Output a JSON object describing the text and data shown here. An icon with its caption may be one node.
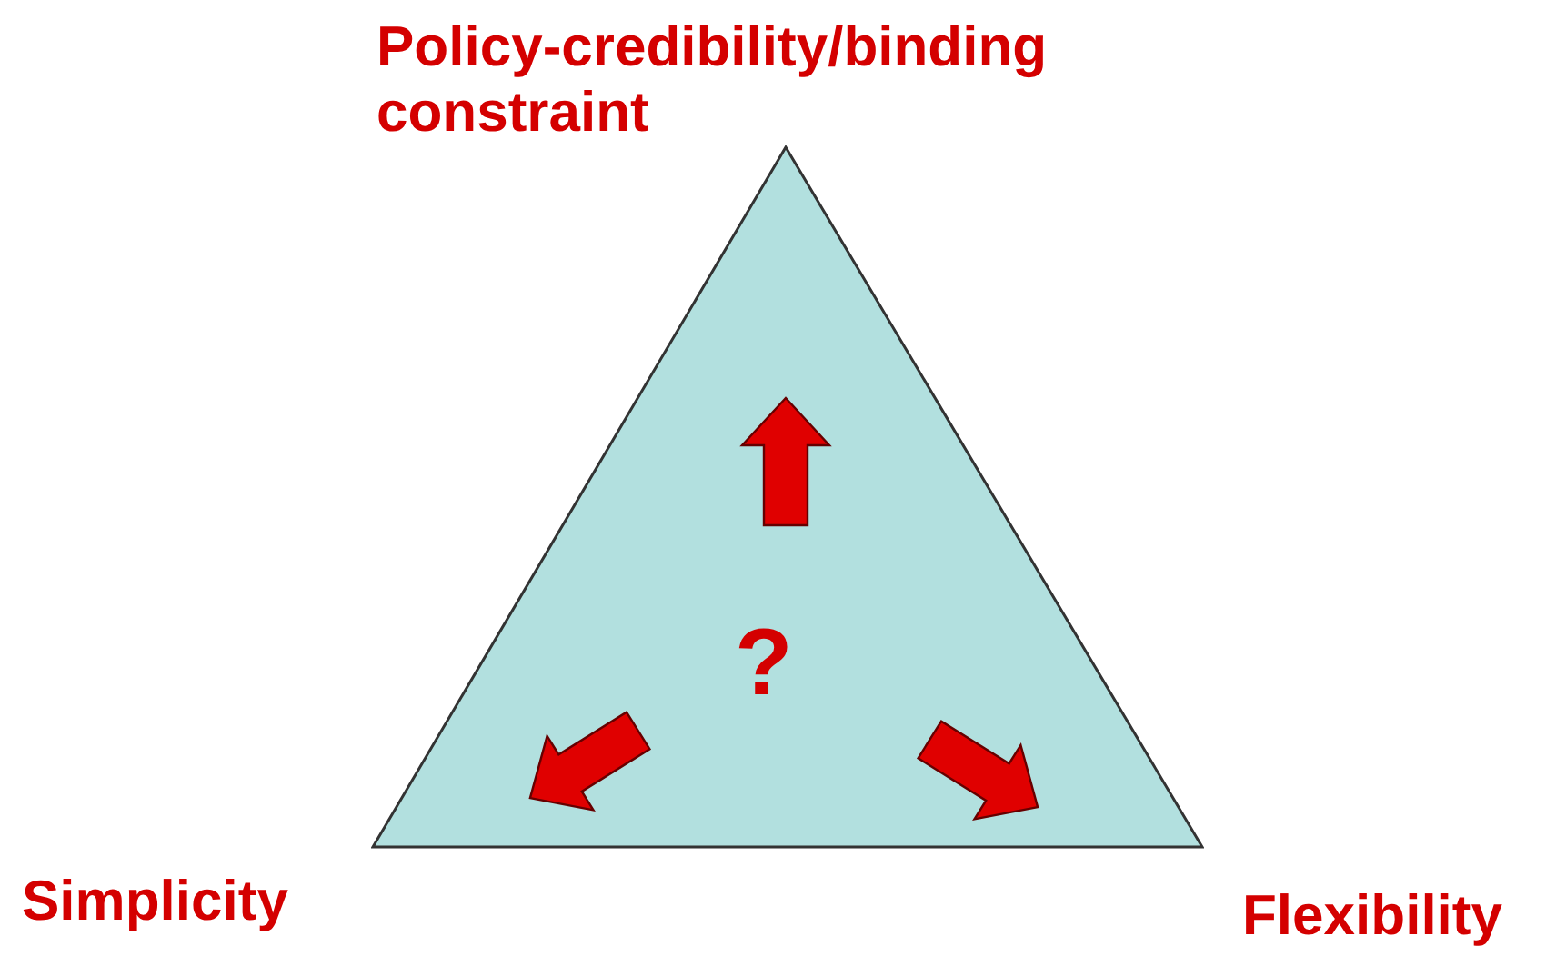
{
  "diagram": {
    "nodes": [
      {
        "text": [
          "?"
        ]
      }
    ],
    "labels": [
      "Policy-credibility/binding constraint",
      "Simplicity",
      "Flexibility"
    ]
  }
}
